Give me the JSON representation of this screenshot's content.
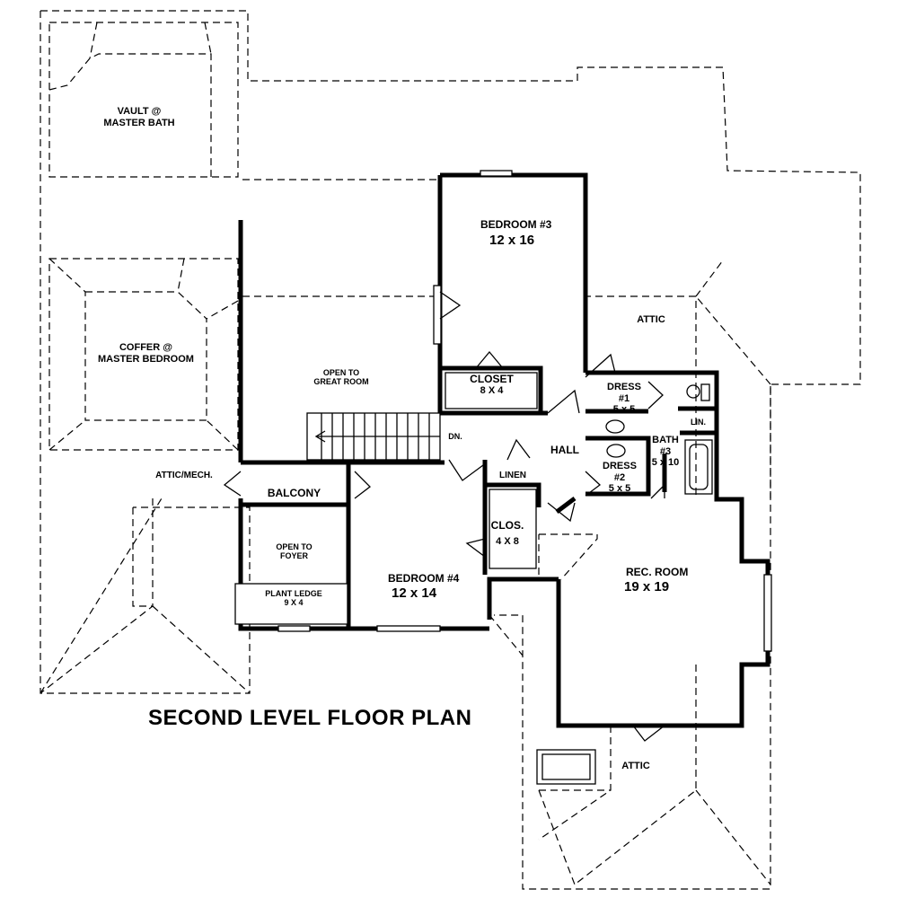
{
  "title": "SECOND LEVEL FLOOR PLAN",
  "rooms": {
    "vault": "VAULT @\nMASTER BATH",
    "coffer": "COFFER @\nMASTER BEDROOM",
    "attic_mech": "ATTIC/MECH.",
    "open_great_room": "OPEN TO\nGREAT ROOM",
    "bedroom3_name": "BEDROOM #3",
    "bedroom3_size": "12 x 16",
    "closet_name": "CLOSET",
    "closet_size": "8 X 4",
    "attic_right": "ATTIC",
    "dress1": "DRESS\n#1\n5 x 5",
    "lin": "LIN.",
    "hall": "HALL",
    "dn": "DN.",
    "bath3": "BATH\n#3\n5 x 10",
    "dress2": "DRESS\n#2\n5 x 5",
    "linen": "LINEN",
    "balcony": "BALCONY",
    "clos_name": "CLOS.",
    "clos_size": "4 X 8",
    "open_foyer": "OPEN TO\nFOYER",
    "plant_ledge": "PLANT LEDGE\n9 X 4",
    "bedroom4_name": "BEDROOM #4",
    "bedroom4_size": "12 x 14",
    "rec_name": "REC. ROOM",
    "rec_size": "19 x 19",
    "attic_bottom": "ATTIC"
  }
}
